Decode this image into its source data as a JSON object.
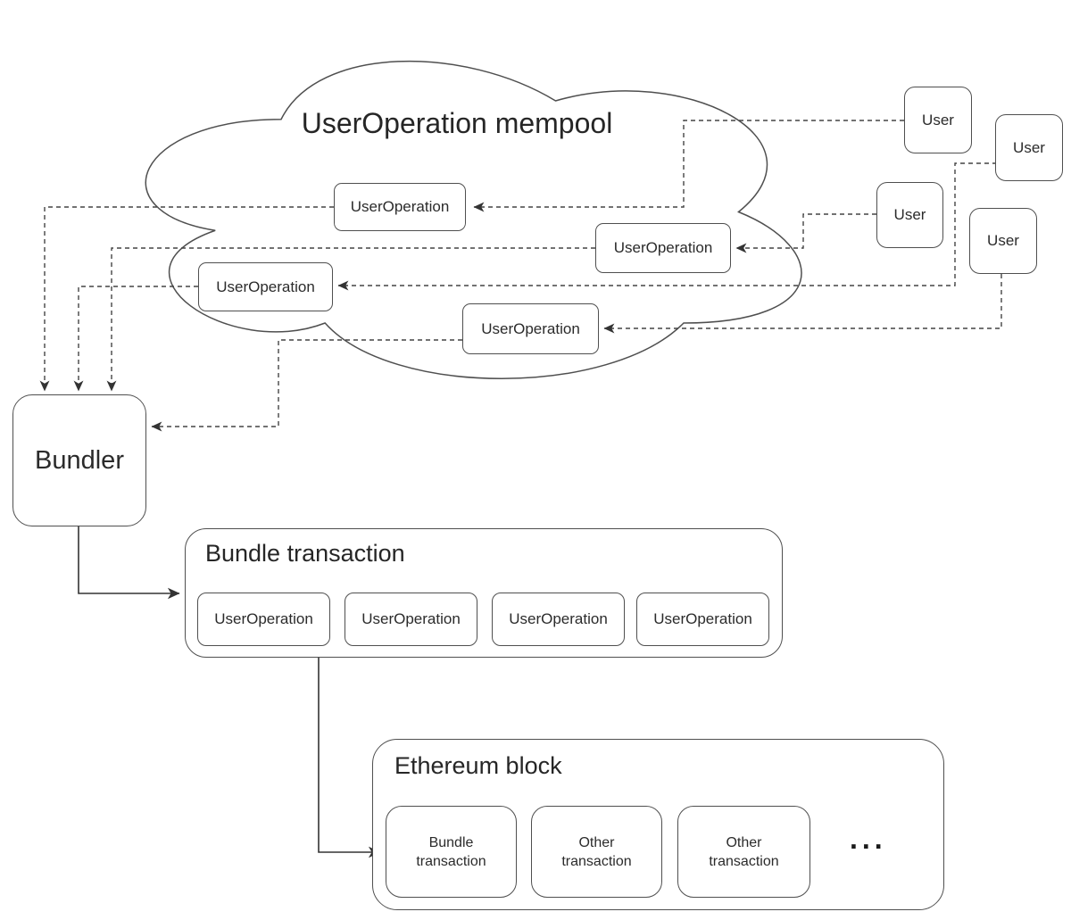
{
  "cloud": {
    "title": "UserOperation mempool",
    "operations": [
      {
        "label": "UserOperation"
      },
      {
        "label": "UserOperation"
      },
      {
        "label": "UserOperation"
      },
      {
        "label": "UserOperation"
      }
    ]
  },
  "users": [
    {
      "label": "User"
    },
    {
      "label": "User"
    },
    {
      "label": "User"
    },
    {
      "label": "User"
    }
  ],
  "bundler": {
    "label": "Bundler"
  },
  "bundle_transaction": {
    "title": "Bundle transaction",
    "operations": [
      {
        "label": "UserOperation"
      },
      {
        "label": "UserOperation"
      },
      {
        "label": "UserOperation"
      },
      {
        "label": "UserOperation"
      }
    ]
  },
  "ethereum_block": {
    "title": "Ethereum block",
    "transactions": [
      {
        "line1": "Bundle",
        "line2": "transaction"
      },
      {
        "line1": "Other",
        "line2": "transaction"
      },
      {
        "line1": "Other",
        "line2": "transaction"
      }
    ],
    "more_indicator": "..."
  },
  "colors": {
    "stroke": "#4f4f4f",
    "dashed_line": "#444444",
    "text": "#2b2b2b",
    "background": "#ffffff"
  }
}
